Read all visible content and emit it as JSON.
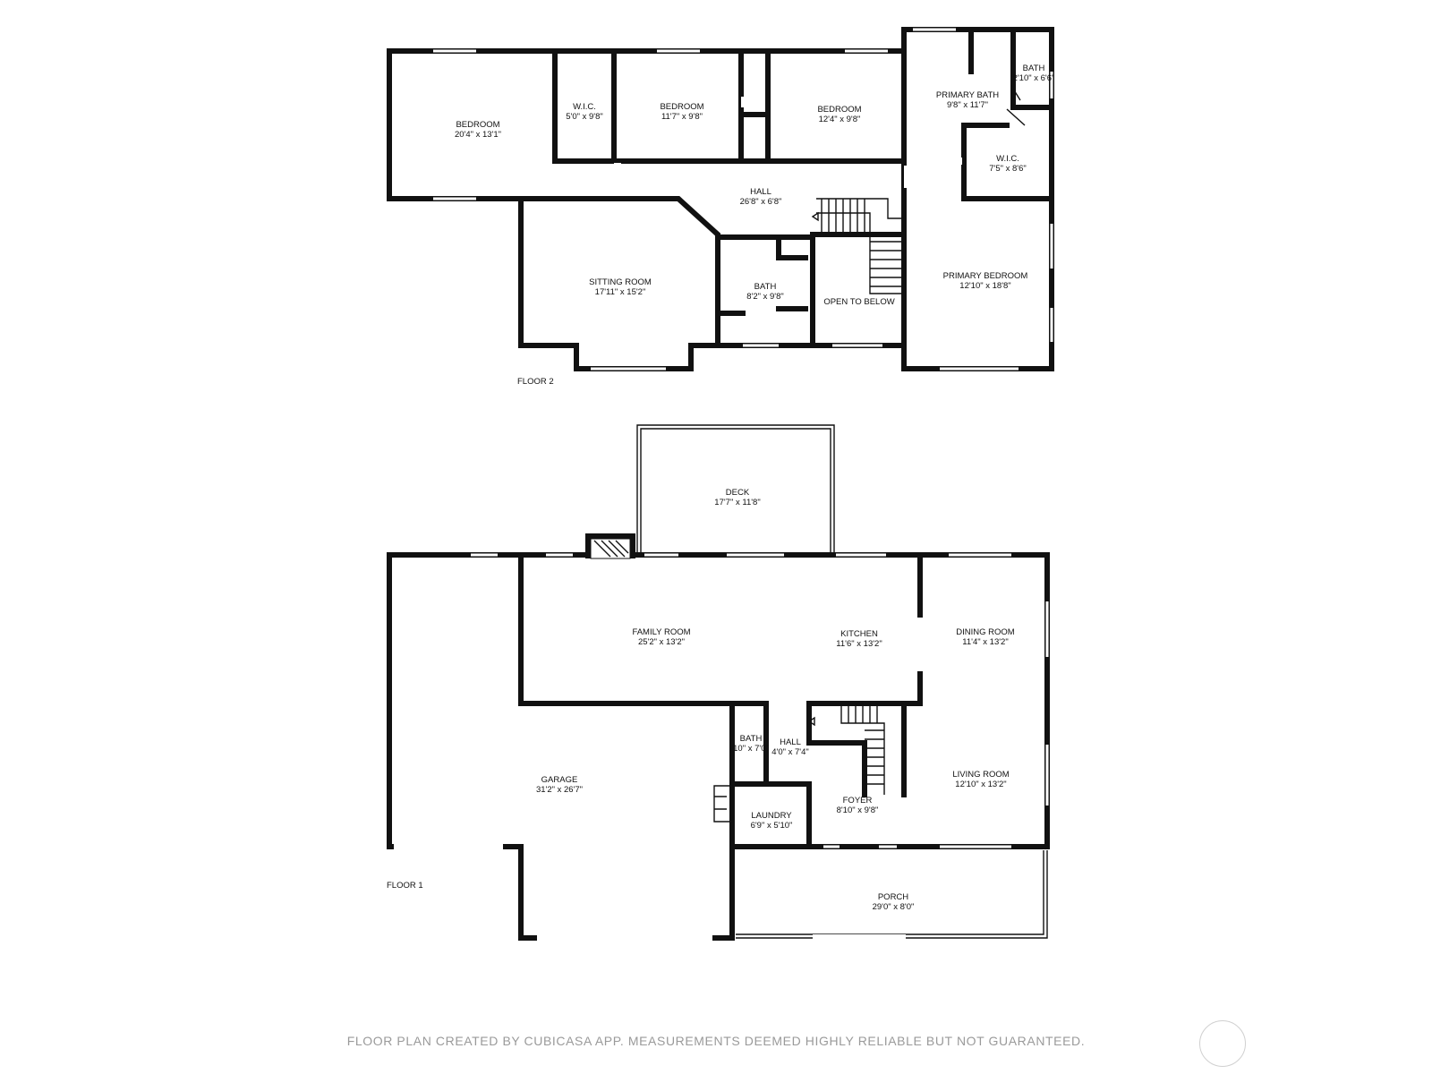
{
  "floors": [
    {
      "label": "FLOOR 2",
      "rooms": [
        {
          "name": "BEDROOM",
          "dims": "20'4\" x 13'1\""
        },
        {
          "name": "W.I.C.",
          "dims": "5'0\" x 9'8\""
        },
        {
          "name": "BEDROOM",
          "dims": "11'7\" x 9'8\""
        },
        {
          "name": "BEDROOM",
          "dims": "12'4\" x 9'8\""
        },
        {
          "name": "PRIMARY BATH",
          "dims": "9'8\" x 11'7\""
        },
        {
          "name": "BATH",
          "dims": "2'10\" x 6'6\""
        },
        {
          "name": "W.I.C.",
          "dims": "7'5\" x 8'6\""
        },
        {
          "name": "HALL",
          "dims": "26'8\" x 6'8\""
        },
        {
          "name": "SITTING ROOM",
          "dims": "17'11\" x 15'2\""
        },
        {
          "name": "BATH",
          "dims": "8'2\" x 9'8\""
        },
        {
          "name": "OPEN TO BELOW",
          "dims": ""
        },
        {
          "name": "PRIMARY BEDROOM",
          "dims": "12'10\" x 18'8\""
        }
      ]
    },
    {
      "label": "FLOOR 1",
      "rooms": [
        {
          "name": "DECK",
          "dims": "17'7\" x 11'8\""
        },
        {
          "name": "FAMILY ROOM",
          "dims": "25'2\" x 13'2\""
        },
        {
          "name": "KITCHEN",
          "dims": "11'6\" x 13'2\""
        },
        {
          "name": "DINING ROOM",
          "dims": "11'4\" x 13'2\""
        },
        {
          "name": "GARAGE",
          "dims": "31'2\" x 26'7\""
        },
        {
          "name": "BATH",
          "dims": "10\" x 7'0\""
        },
        {
          "name": "HALL",
          "dims": "4'0\" x 7'4\""
        },
        {
          "name": "LAUNDRY",
          "dims": "6'9\" x 5'10\""
        },
        {
          "name": "FOYER",
          "dims": "8'10\" x 9'8\""
        },
        {
          "name": "LIVING ROOM",
          "dims": "12'10\" x 13'2\""
        },
        {
          "name": "PORCH",
          "dims": "29'0\" x 8'0\""
        }
      ]
    }
  ],
  "footer": "FLOOR PLAN CREATED BY CUBICASA APP. MEASUREMENTS DEEMED HIGHLY RELIABLE BUT NOT GUARANTEED."
}
